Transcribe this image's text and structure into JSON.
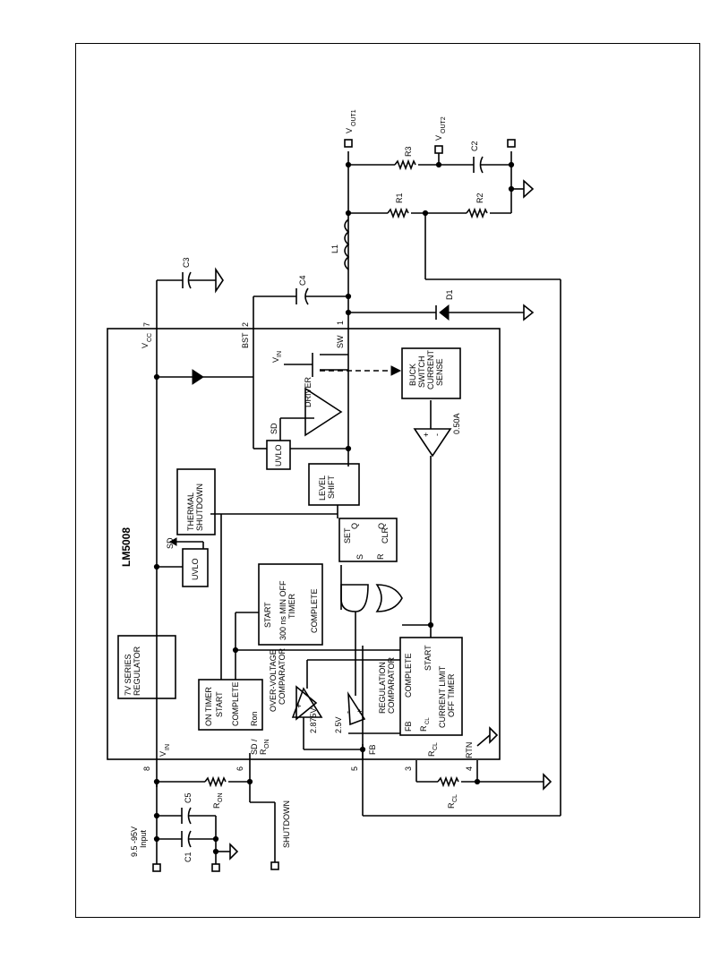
{
  "chip": "LM5008",
  "blocks": {
    "regulator": [
      "7V  SERIES",
      "REGULATOR"
    ],
    "uvlo_left": "UVLO",
    "thermal": [
      "THERMAL",
      "SHUTDOWN"
    ],
    "on_timer": [
      "ON TIMER",
      "START",
      "COMPLETE",
      "Ron"
    ],
    "min_off_timer": [
      "START",
      "300 ns MIN OFF",
      "TIMER",
      "COMPLETE"
    ],
    "level_shift": [
      "LEVEL",
      "SHIFT"
    ],
    "uvlo_right": "UVLO",
    "driver": "DRIVER",
    "current_sense": [
      "BUCK",
      "SWITCH",
      "CURRENT",
      "SENSE"
    ],
    "current_limit_timer": [
      "COMPLETE",
      "START",
      "FB",
      "R",
      "CL",
      "CURRENT LIMIT",
      "OFF TIMER"
    ],
    "flipflop": [
      "SET",
      "Q",
      "S",
      "R",
      "CLR",
      "Q"
    ],
    "ov_comparator": [
      "OVER-VOLTAGE",
      "COMPARATOR"
    ],
    "reg_comparator": [
      "REGULATION",
      "COMPARATOR"
    ]
  },
  "labels": {
    "vcc": "V",
    "vcc_sub": "CC",
    "bst": "BST",
    "sw": "SW",
    "vin_top": "V",
    "vin_top_sub": "IN",
    "vin_pin": "V",
    "vin_pin_sub": "IN",
    "sd_ron": "SD /",
    "sd_ron2": "R",
    "sd_ron2_sub": "ON",
    "fb": "FB",
    "rcl": "R",
    "rcl_sub": "CL",
    "rtn": "RTN",
    "sd_upper": "SD",
    "sd_mid": "SD",
    "ref_050": "0.50A",
    "ref_2875": "2.875V",
    "ref_25": "2.5V",
    "shutdown": "SHUTDOWN",
    "input": [
      "9.5 -95V",
      "Input"
    ],
    "vout1": "V",
    "vout1_sub": "OUT1",
    "vout2": "V",
    "vout2_sub": "OUT2",
    "plus": "+",
    "minus": "-"
  },
  "pins": {
    "p7": "7",
    "p2": "2",
    "p1": "1",
    "p8": "8",
    "p6": "6",
    "p5": "5",
    "p3": "3",
    "p4": "4"
  },
  "components": {
    "c1": "C1",
    "c2": "C2",
    "c3": "C3",
    "c4": "C4",
    "c5": "C5",
    "r1": "R1",
    "r2": "R2",
    "r3": "R3",
    "ron": "R",
    "ron_sub": "ON",
    "rcl": "R",
    "rcl_sub": "CL",
    "l1": "L1",
    "d1": "D1"
  }
}
